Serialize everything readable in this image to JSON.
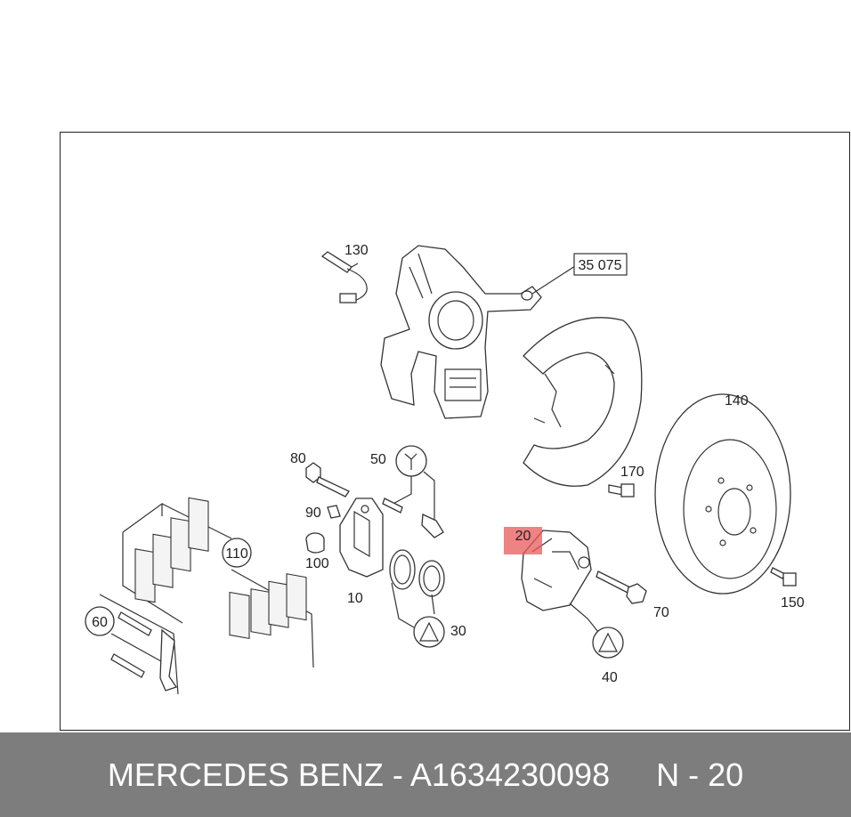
{
  "diagram": {
    "ref_box": "35 075",
    "labels": {
      "l130": "130",
      "l140": "140",
      "l170": "170",
      "l80": "80",
      "l50": "50",
      "l90": "90",
      "l100": "100",
      "l110": "110",
      "l10": "10",
      "l60": "60",
      "l30": "30",
      "l70": "70",
      "l150": "150",
      "l40": "40"
    },
    "highlighted_label": "20",
    "highlight_color": "#e85a5a"
  },
  "footer": {
    "part_text": "MERCEDES BENZ - A1634230098",
    "position_text": "N - 20",
    "background": "#7d7d7d"
  }
}
